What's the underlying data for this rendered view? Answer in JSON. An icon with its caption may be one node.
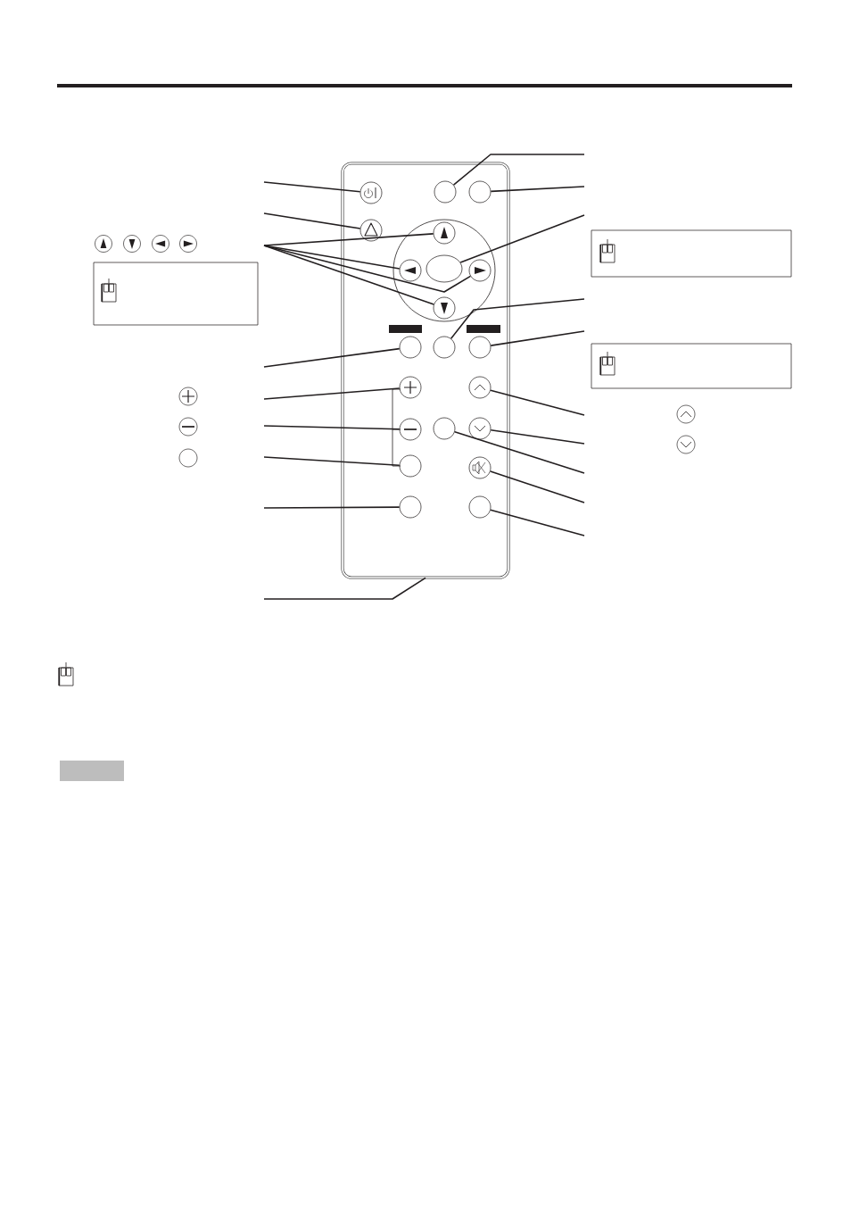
{
  "diagram": {
    "nodes": [
      {
        "text": [],
        "shape": "box"
      },
      {
        "text": [],
        "shape": "circle",
        "in": 0
      },
      {
        "text": [],
        "shape": "circle",
        "in": 0
      },
      {
        "text": [],
        "shape": "circle",
        "in": 0
      },
      {
        "text": [],
        "shape": "circle",
        "in": 0
      },
      {
        "text": [],
        "shape": "circle",
        "in": 0
      },
      {
        "text": [],
        "shape": "circle",
        "in": 5
      },
      {
        "text": [],
        "shape": "circle",
        "in": 5
      },
      {
        "text": [],
        "shape": "ellipse",
        "in": 5
      },
      {
        "text": [],
        "shape": "circle",
        "in": 5
      },
      {
        "text": [],
        "shape": "circle",
        "in": 5
      },
      {
        "text": [],
        "shape": "circle",
        "in": 0
      },
      {
        "text": [],
        "shape": "circle",
        "in": 0
      },
      {
        "text": [],
        "shape": "circle",
        "in": 0
      },
      {
        "text": [],
        "shape": "circle",
        "in": 0
      },
      {
        "text": [],
        "shape": "circle",
        "in": 0
      },
      {
        "text": [],
        "shape": "circle",
        "in": 0
      },
      {
        "text": [],
        "shape": "circle",
        "in": 0
      },
      {
        "text": [],
        "shape": "circle",
        "in": 0
      },
      {
        "text": [],
        "shape": "circle",
        "in": 0
      },
      {
        "text": [],
        "shape": "circle",
        "in": 0
      },
      {
        "text": [],
        "shape": "circle",
        "in": 0
      },
      {
        "text": [],
        "shape": "circle",
        "in": 0
      },
      {
        "text": [],
        "shape": "box"
      },
      {
        "text": [],
        "shape": "box"
      },
      {
        "text": [],
        "shape": "box"
      }
    ],
    "edges": [
      {
        "from": null,
        "to": 1,
        "arrow": "none"
      },
      {
        "from": null,
        "to": 4,
        "arrow": "none"
      },
      {
        "from": null,
        "to": 6,
        "arrow": "none"
      },
      {
        "from": null,
        "to": 7,
        "arrow": "none"
      },
      {
        "from": null,
        "to": 9,
        "arrow": "none"
      },
      {
        "from": null,
        "to": 10,
        "arrow": "none"
      },
      {
        "from": null,
        "to": 11,
        "arrow": "none"
      },
      {
        "from": null,
        "to": 14,
        "arrow": "none"
      },
      {
        "from": null,
        "to": 16,
        "arrow": "none"
      },
      {
        "from": null,
        "to": 19,
        "arrow": "none"
      },
      {
        "from": null,
        "to": 21,
        "arrow": "none"
      },
      {
        "from": null,
        "to": 0,
        "arrow": "none"
      },
      {
        "from": null,
        "to": 2,
        "arrow": "none"
      },
      {
        "from": null,
        "to": 3,
        "arrow": "none"
      },
      {
        "from": null,
        "to": 8,
        "arrow": "none"
      },
      {
        "from": null,
        "to": 12,
        "arrow": "none"
      },
      {
        "from": null,
        "to": 13,
        "arrow": "none"
      },
      {
        "from": null,
        "to": 15,
        "arrow": "none"
      },
      {
        "from": null,
        "to": 18,
        "arrow": "none"
      },
      {
        "from": null,
        "to": 17,
        "arrow": "none"
      },
      {
        "from": null,
        "to": 20,
        "arrow": "none"
      },
      {
        "from": null,
        "to": 22,
        "arrow": "none"
      }
    ]
  }
}
